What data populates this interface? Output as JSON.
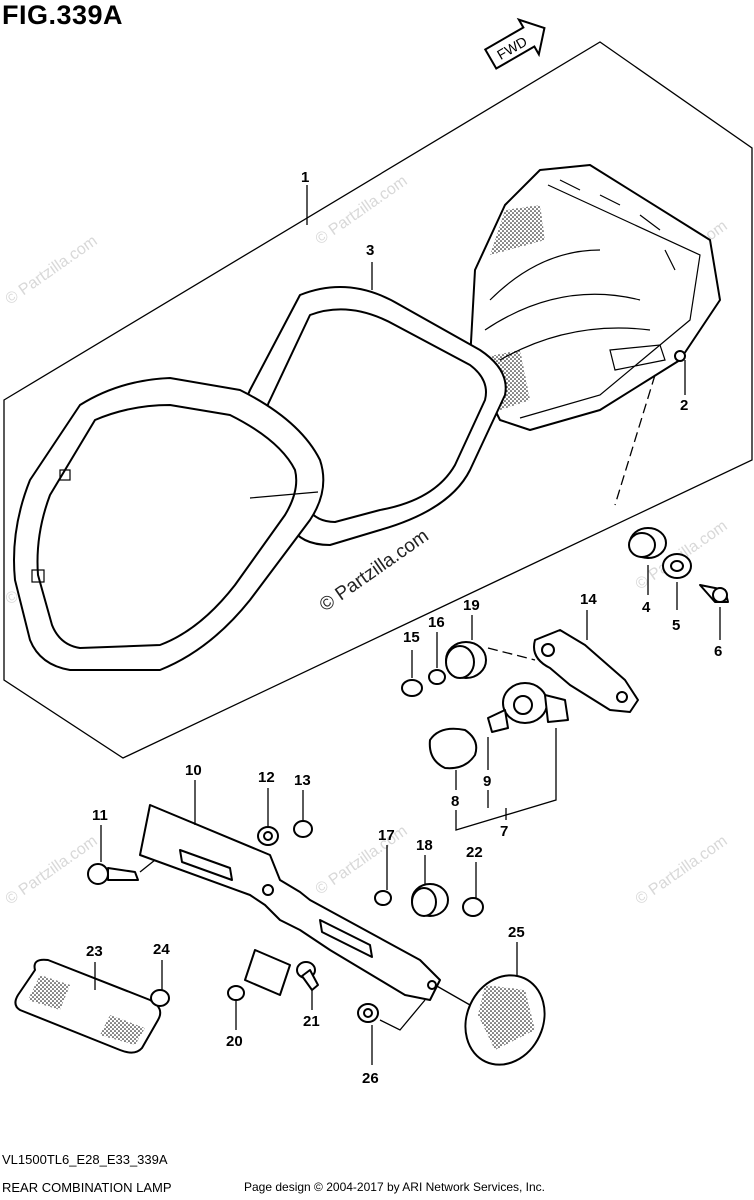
{
  "figure": {
    "title": "FIG.339A",
    "direction_label": "FWD",
    "watermark": "© Partzilla.com"
  },
  "callouts": {
    "p1": "1",
    "p2": "2",
    "p3": "3",
    "p4": "4",
    "p5": "5",
    "p6": "6",
    "p7": "7",
    "p8": "8",
    "p9": "9",
    "p10": "10",
    "p11": "11",
    "p12": "12",
    "p13": "13",
    "p14": "14",
    "p15": "15",
    "p16": "16",
    "p17": "17",
    "p18": "18",
    "p19": "19",
    "p20": "20",
    "p21": "21",
    "p22": "22",
    "p23": "23",
    "p24": "24",
    "p25": "25",
    "p26": "26"
  },
  "footer": {
    "model_code": "VL1500TL6_E28_E33_339A",
    "part_name": "REAR COMBINATION LAMP",
    "copyright": "Page design © 2004-2017 by ARI Network Services, Inc."
  }
}
